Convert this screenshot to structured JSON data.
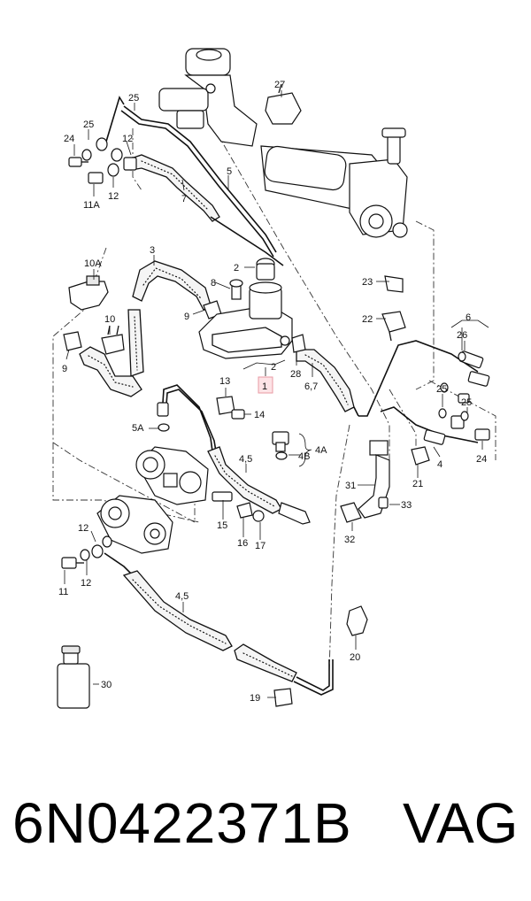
{
  "labels": {
    "l1": "1",
    "l2a": "2",
    "l2b": "2",
    "l3": "3",
    "l4a": "4",
    "l4b": "4A",
    "l4c": "4B",
    "l45a": "4,5",
    "l45b": "4,5",
    "l5": "5",
    "l5a": "5A",
    "l6a": "6",
    "l67": "6,7",
    "l7": "7",
    "l8": "8",
    "l9a": "9",
    "l9b": "9",
    "l10": "10",
    "l10a": "10A",
    "l11": "11",
    "l11a": "11A",
    "l12a": "12",
    "l12b": "12",
    "l12c": "12",
    "l12d": "12",
    "l13": "13",
    "l14": "14",
    "l15": "15",
    "l16": "16",
    "l17": "17",
    "l19": "19",
    "l20": "20",
    "l21": "21",
    "l22": "22",
    "l23": "23",
    "l24a": "24",
    "l24b": "24",
    "l25a": "25",
    "l25b": "25",
    "l25c": "25",
    "l26": "26",
    "l27": "27",
    "l28": "28",
    "l30": "30",
    "l31": "31",
    "l32": "32",
    "l33": "33"
  },
  "footer": {
    "part_number": "6N0422371B",
    "brand": "VAG"
  },
  "colors": {
    "line": "#111111",
    "highlight_fill": "#fde3e6",
    "highlight_stroke": "#e89aa3"
  }
}
